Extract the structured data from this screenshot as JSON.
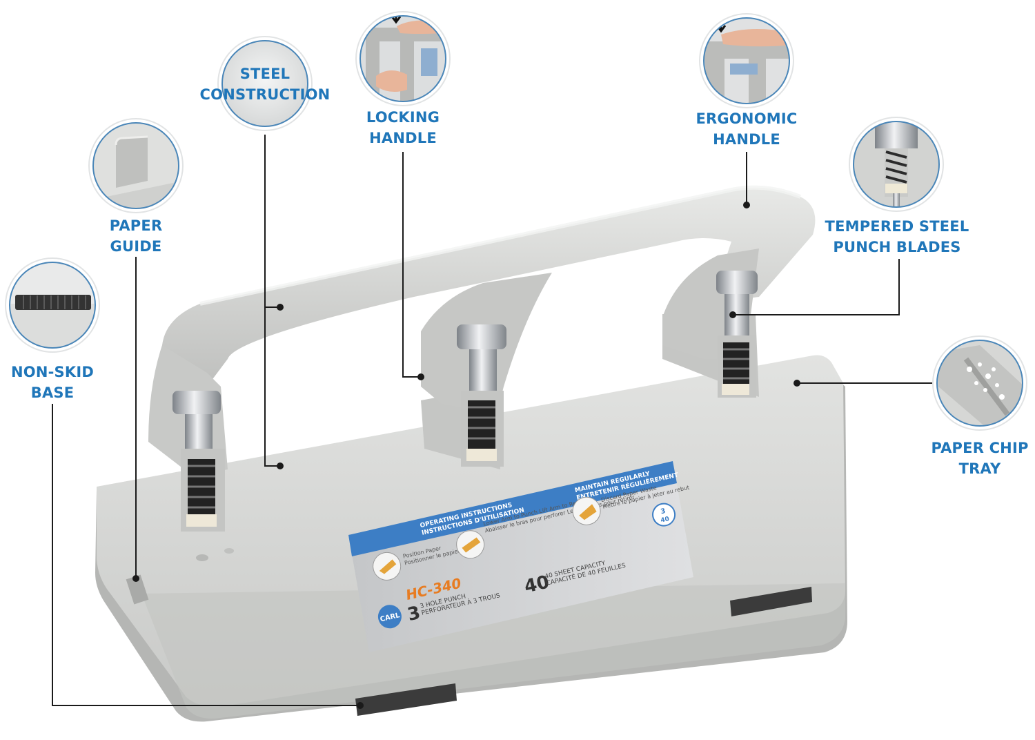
{
  "colors": {
    "label_blue": "#1f76b9",
    "body_gray": "#d7d8d6",
    "callout_line": "#1a1a1a",
    "background": "#ffffff"
  },
  "callouts": [
    {
      "id": "steel-construction",
      "lines": [
        "STEEL",
        "CONSTRUCTION"
      ],
      "icon": "steel-surface-icon"
    },
    {
      "id": "locking-handle",
      "lines": [
        "LOCKING",
        "HANDLE"
      ],
      "icon": "hand-lock-icon"
    },
    {
      "id": "ergonomic-handle",
      "lines": [
        "ERGONOMIC",
        "HANDLE"
      ],
      "icon": "hand-press-icon"
    },
    {
      "id": "paper-guide",
      "lines": [
        "PAPER",
        "GUIDE"
      ],
      "icon": "paper-guide-icon"
    },
    {
      "id": "tempered-steel-punch-blades",
      "lines": [
        "TEMPERED STEEL",
        "PUNCH BLADES"
      ],
      "icon": "punch-blade-icon"
    },
    {
      "id": "non-skid-base",
      "lines": [
        "NON-SKID",
        "BASE"
      ],
      "icon": "rubber-foot-icon"
    },
    {
      "id": "paper-chip-tray",
      "lines": [
        "PAPER CHIP",
        "TRAY"
      ],
      "icon": "chip-tray-icon"
    }
  ],
  "product_label": {
    "instructions_en": "OPERATING INSTRUCTIONS",
    "instructions_fr": "INSTRUCTIONS D'UTILISATION",
    "maintain_en": "MAINTAIN REGULARLY",
    "maintain_fr": "ENTRETENIR RÉGULIÈREMENT",
    "step1_en": "Position Paper",
    "step1_fr": "Positionner le papier",
    "step2_en": "Lower Arm to Punch Lift Arm to Remove",
    "step2_fr": "Abaisser le bras pour perforer Lever le bras pour retirer",
    "step3_en": "Discard Paper Waste",
    "step3_fr": "Mettre le papier à jeter au rebut",
    "brand": "CARL",
    "model": "HC-340",
    "holes_number": "3",
    "holes_en": "3 HOLE PUNCH",
    "holes_fr": "PERFORATEUR À 3 TROUS",
    "capacity_number": "40",
    "capacity_en": "40 SHEET CAPACITY",
    "capacity_fr": "CAPACITÉ DE 40 FEUILLES",
    "badge_top": "3",
    "badge_bottom": "40"
  }
}
